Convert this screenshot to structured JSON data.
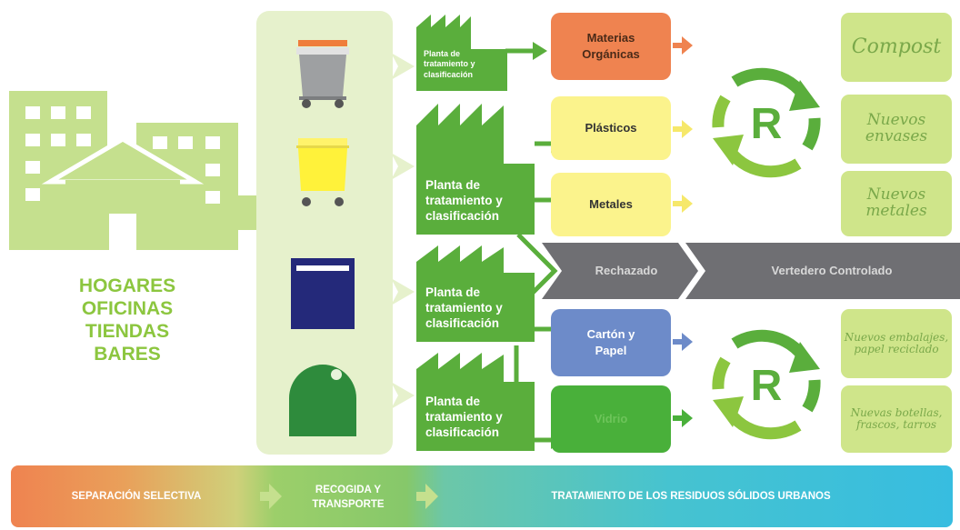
{
  "sources": [
    "HOGARES",
    "OFICINAS",
    "TIENDAS",
    "BARES"
  ],
  "plants": {
    "plant_1": [
      "Planta de",
      "tratamiento y",
      "clasificación"
    ],
    "plant_2": [
      "Planta de",
      "tratamiento y",
      "clasificación"
    ],
    "plant_3": [
      "Planta de",
      "tratamiento y",
      "clasificación"
    ],
    "plant_4": [
      "Planta de",
      "tratamiento y",
      "clasificación"
    ]
  },
  "materials": {
    "organicas": [
      "Materias",
      "Orgánicas"
    ],
    "plasticos": "Plásticos",
    "metales": "Metales",
    "carton": [
      "Cartón y",
      "Papel"
    ],
    "vidrio": "Vidrio"
  },
  "rejected": {
    "rechazado": "Rechazado",
    "vertedero": "Vertedero Controlado"
  },
  "recycle_symbol": "R",
  "products": {
    "compost": [
      "Compost"
    ],
    "envases": [
      "Nuevos",
      "envases"
    ],
    "metales": [
      "Nuevos",
      "metales"
    ],
    "embalajes": [
      "Nuevos embalajes,",
      "papel reciclado"
    ],
    "botellas": [
      "Nuevas botellas,",
      "frascos, tarros"
    ]
  },
  "stages": {
    "separacion": "SEPARACIÓN SELECTIVA",
    "recogida": [
      "RECOGIDA Y",
      "TRANSPORTE"
    ],
    "tratamiento": "TRATAMIENTO DE LOS RESIDUOS SÓLIDOS URBANOS"
  },
  "colors": {
    "green_light": "#c5e08e",
    "green_pale": "#e6f1cc",
    "green_plant": "#5aae3c",
    "orange": "#ef8350",
    "yellow": "#fbf38c",
    "blue": "#6d8bc9",
    "green_glass": "#49b03a",
    "gray": "#6f6f73",
    "product": "#cfe58a"
  }
}
